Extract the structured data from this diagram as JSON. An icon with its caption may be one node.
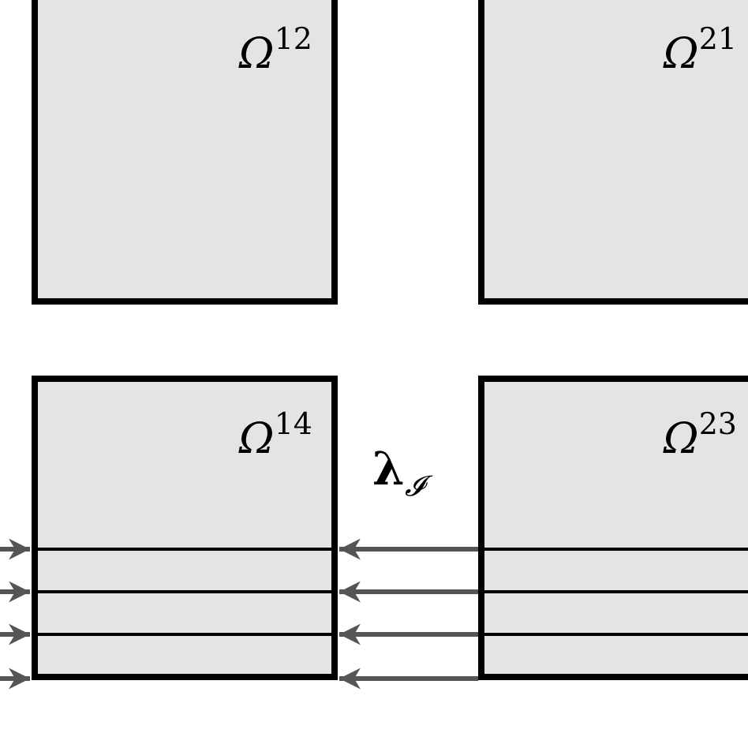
{
  "diagram": {
    "nodes": [
      {
        "text": [
          "Ω$^{12}$"
        ]
      },
      {
        "text": [
          "Ω$^{21}$"
        ]
      },
      {
        "text": [
          "Ω$^{14}$"
        ]
      },
      {
        "text": [
          "Ω$^{23}$"
        ]
      }
    ],
    "edges": [
      {
        "from": null,
        "to": 2,
        "arrow": "to"
      },
      {
        "from": null,
        "to": 2,
        "arrow": "to"
      },
      {
        "from": null,
        "to": 2,
        "arrow": "to"
      },
      {
        "from": null,
        "to": 2,
        "arrow": "to"
      },
      {
        "from": 3,
        "to": 2,
        "arrow": "to"
      },
      {
        "from": 3,
        "to": 2,
        "arrow": "to"
      },
      {
        "from": 3,
        "to": 2,
        "arrow": "to"
      },
      {
        "from": 3,
        "to": 2,
        "arrow": "to"
      }
    ],
    "labels": [
      "**λ**$_{𝓘}$"
    ]
  }
}
